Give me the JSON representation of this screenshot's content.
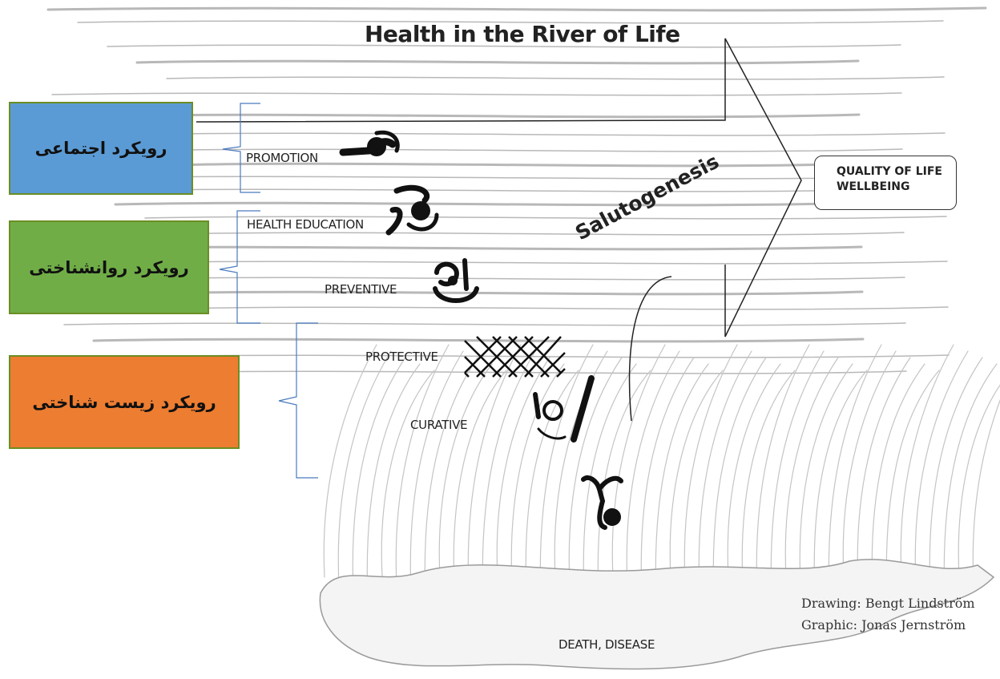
{
  "title": "Health in the River of Life",
  "levels": {
    "promotion": "PROMOTION",
    "health_education": "HEALTH EDUCATION",
    "preventive": "PREVENTIVE",
    "protective": "PROTECTIVE",
    "curative": "CURATIVE",
    "death_disease": "DEATH, DISEASE"
  },
  "salutogenesis": "Salutogenesis",
  "quality": {
    "line1": "QUALITY OF LIFE",
    "line2": "WELLBEING"
  },
  "approaches": [
    {
      "label": "رویکرد اجتماعی",
      "color": "#5b9bd5"
    },
    {
      "label": "رویکرد روانشناختی",
      "color": "#70ad47"
    },
    {
      "label": "رویکرد زیست شناختی",
      "color": "#ed7d31"
    }
  ],
  "credits": {
    "drawing": "Drawing: Bengt Lindström",
    "graphic": "Graphic: Jonas Jernström"
  }
}
